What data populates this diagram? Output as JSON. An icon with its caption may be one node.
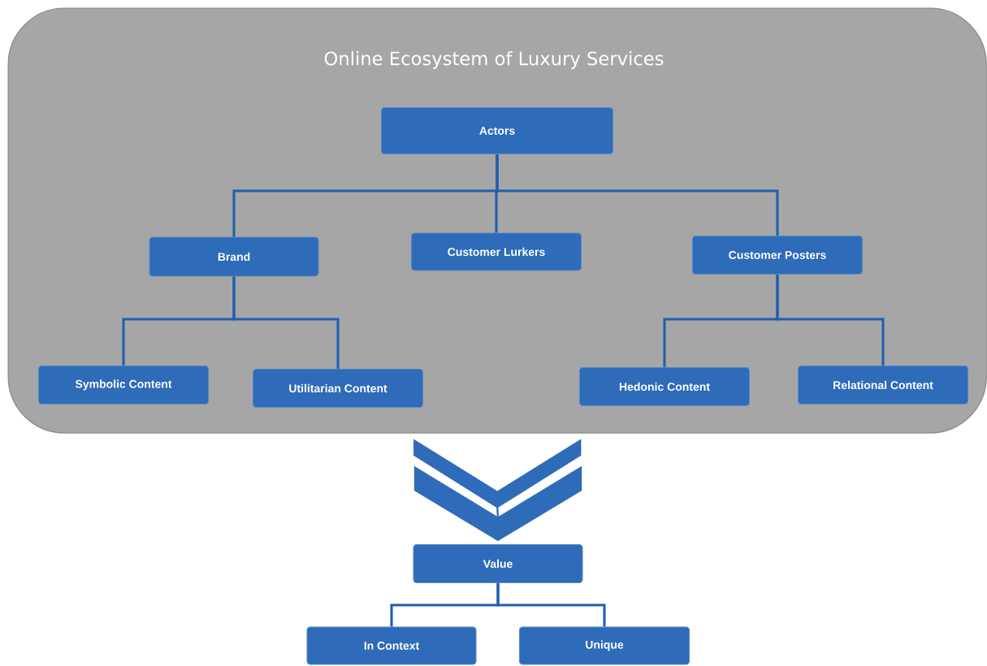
{
  "diagram": {
    "nodes": [
      {
        "text": [
          "Online Ecosystem of Luxury Services"
        ]
      },
      {
        "text": [
          "Actors"
        ],
        "in": 0
      },
      {
        "text": [
          "Brand"
        ],
        "in": 0
      },
      {
        "text": [
          "Customer Lurkers"
        ],
        "in": 0
      },
      {
        "text": [
          "Customer Posters"
        ],
        "in": 0
      },
      {
        "text": [
          "Symbolic Content"
        ],
        "in": 0
      },
      {
        "text": [
          "Utilitarian Content"
        ],
        "in": 0
      },
      {
        "text": [
          "Hedonic Content"
        ],
        "in": 0
      },
      {
        "text": [
          "Relational Content"
        ],
        "in": 0
      },
      {
        "text": [
          "Value"
        ]
      },
      {
        "text": [
          "In Context"
        ]
      },
      {
        "text": [
          "Unique"
        ]
      }
    ],
    "edges": [
      {
        "from": 1,
        "to": 2,
        "arrow": "none"
      },
      {
        "from": 1,
        "to": 3,
        "arrow": "none"
      },
      {
        "from": 1,
        "to": 4,
        "arrow": "none"
      },
      {
        "from": 2,
        "to": 5,
        "arrow": "none"
      },
      {
        "from": 2,
        "to": 6,
        "arrow": "none"
      },
      {
        "from": 4,
        "to": 7,
        "arrow": "none"
      },
      {
        "from": 4,
        "to": 8,
        "arrow": "none"
      },
      {
        "from": 0,
        "to": 9,
        "arrow": "to",
        "style": "thick"
      },
      {
        "from": 9,
        "to": 10,
        "arrow": "none"
      },
      {
        "from": 9,
        "to": 11,
        "arrow": "none"
      }
    ]
  }
}
